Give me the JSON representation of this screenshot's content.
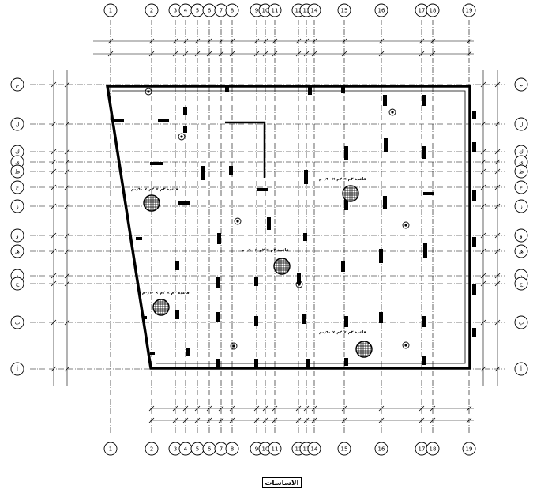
{
  "drawing": {
    "title": "الاساسات",
    "vertical_axes": [
      "1",
      "2",
      "3",
      "4",
      "5",
      "6",
      "7",
      "8",
      "9",
      "10",
      "11",
      "12",
      "13",
      "14",
      "15",
      "16",
      "17",
      "18",
      "19"
    ],
    "horizontal_axes": [
      "م",
      "ل",
      "ك",
      "ي",
      "ط",
      "ح",
      "ز",
      "و",
      "هـ",
      "د",
      "ج",
      "ب",
      "أ"
    ],
    "footing_note": "قاعدة ٢م × ٢م × ٠٫٦٠م",
    "colors": {
      "line": "#000000",
      "background": "#ffffff"
    }
  }
}
